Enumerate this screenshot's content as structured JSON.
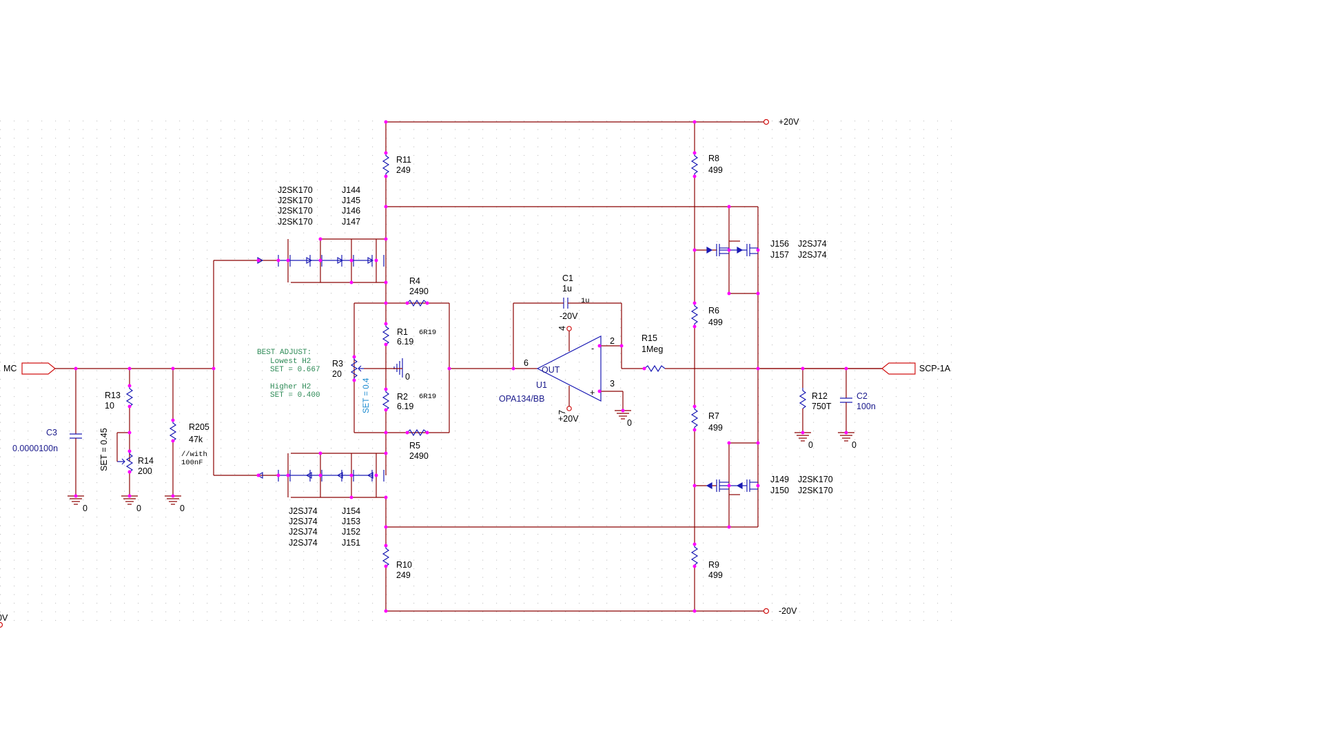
{
  "rails": {
    "pos": "+20V",
    "neg": "-20V",
    "stray": "0V"
  },
  "ports": {
    "input": "MC",
    "output": "SCP-1A"
  },
  "resistors": {
    "R11": {
      "ref": "R11",
      "value": "249"
    },
    "R8": {
      "ref": "R8",
      "value": "499"
    },
    "R4": {
      "ref": "R4",
      "value": "2490"
    },
    "R1": {
      "ref": "R1",
      "value": "6.19",
      "note": "6R19"
    },
    "R2": {
      "ref": "R2",
      "value": "6.19",
      "note": "6R19"
    },
    "R3": {
      "ref": "R3",
      "value": "20",
      "set": "SET = 0.4"
    },
    "R5": {
      "ref": "R5",
      "value": "2490"
    },
    "R6": {
      "ref": "R6",
      "value": "499"
    },
    "R7": {
      "ref": "R7",
      "value": "499"
    },
    "R10": {
      "ref": "R10",
      "value": "249"
    },
    "R9": {
      "ref": "R9",
      "value": "499"
    },
    "R13": {
      "ref": "R13",
      "value": "10"
    },
    "R14": {
      "ref": "R14",
      "value": "200",
      "set": "SET = 0.45"
    },
    "R205": {
      "ref": "R205",
      "value": "47k",
      "note1": "//with",
      "note2": "100nF"
    },
    "R15": {
      "ref": "R15",
      "value": "1Meg"
    },
    "R12": {
      "ref": "R12",
      "value": "750T"
    }
  },
  "capacitors": {
    "C1": {
      "ref": "C1",
      "value": "1u",
      "note": "1u"
    },
    "C2": {
      "ref": "C2",
      "value": "100n"
    },
    "C3": {
      "ref": "C3",
      "value": "0.0000100n"
    }
  },
  "opamp": {
    "ref": "U1",
    "part": "OPA134/BB",
    "out_label": "OUT",
    "pin6": "6",
    "pin2": "2",
    "pin3": "3",
    "pin4": "4",
    "pin7": "7",
    "vneg": "-20V",
    "vpos": "+20V",
    "minus": "-",
    "plus": "+"
  },
  "jfets_top": {
    "parts": [
      "J2SK170",
      "J2SK170",
      "J2SK170",
      "J2SK170"
    ],
    "refs": [
      "J144",
      "J145",
      "J146",
      "J147"
    ]
  },
  "jfets_bottom": {
    "parts": [
      "J2SJ74",
      "J2SJ74",
      "J2SJ74",
      "J2SJ74"
    ],
    "refs": [
      "J154",
      "J153",
      "J152",
      "J151"
    ]
  },
  "jfets_right_top": {
    "refs": [
      "J156",
      "J157"
    ],
    "parts": [
      "J2SJ74",
      "J2SJ74"
    ]
  },
  "jfets_right_bottom": {
    "refs": [
      "J149",
      "J150"
    ],
    "parts": [
      "J2SK170",
      "J2SK170"
    ]
  },
  "note": {
    "line1": "BEST  ADJUST:",
    "line2": "Lowest  H2",
    "line3": "SET  =  0.667",
    "line4": "Higher  H2",
    "line5": "SET  =  0.400"
  },
  "ground": "0"
}
